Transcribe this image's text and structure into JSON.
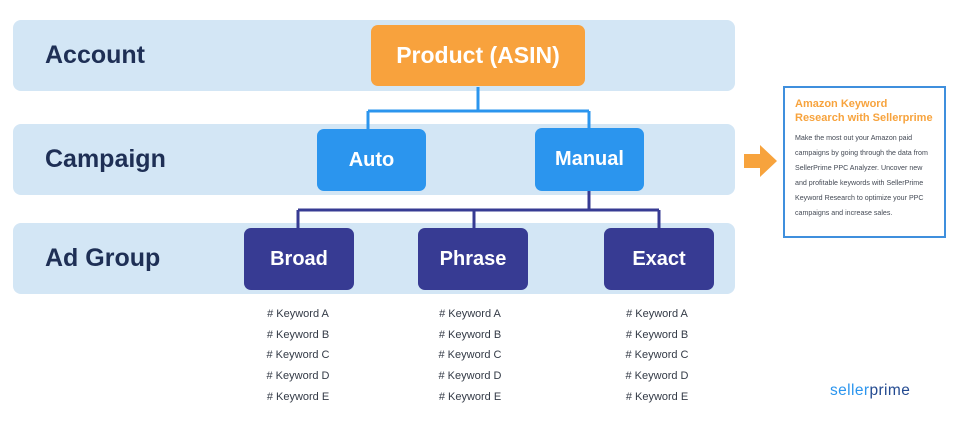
{
  "levels": [
    {
      "label": "Account"
    },
    {
      "label": "Campaign"
    },
    {
      "label": "Ad Group"
    }
  ],
  "nodes": {
    "product": "Product (ASIN)",
    "auto": "Auto",
    "manual": "Manual",
    "broad": "Broad",
    "phrase": "Phrase",
    "exact": "Exact"
  },
  "keywords": {
    "broad": [
      "# Keyword A",
      "# Keyword B",
      "# Keyword C",
      "# Keyword D",
      "# Keyword E"
    ],
    "phrase": [
      "# Keyword A",
      "# Keyword B",
      "# Keyword C",
      "# Keyword D",
      "# Keyword E"
    ],
    "exact": [
      "# Keyword A",
      "# Keyword B",
      "# Keyword C",
      "# Keyword D",
      "# Keyword E"
    ]
  },
  "sidebar_card": {
    "title": "Amazon Keyword Research with Sellerprime",
    "body": "Make the most out your Amazon paid campaigns by going through the data from SellerPrime PPC Analyzer. Uncover new and profitable keywords with SellerPrime Keyword Research to optimize your PPC campaigns and increase sales."
  },
  "brand": {
    "prefix": "seller",
    "suffix": "prime"
  },
  "colors": {
    "band": "#d3e6f5",
    "product_node": "#f8a23d",
    "campaign_node": "#2b95ee",
    "adgroup_node": "#373b93",
    "label_text": "#1e2f55",
    "card_border": "#3f8fdd",
    "card_title": "#f7a33d",
    "arrow": "#f7a33d"
  },
  "icons": {
    "pointer": "right-arrow-icon"
  }
}
